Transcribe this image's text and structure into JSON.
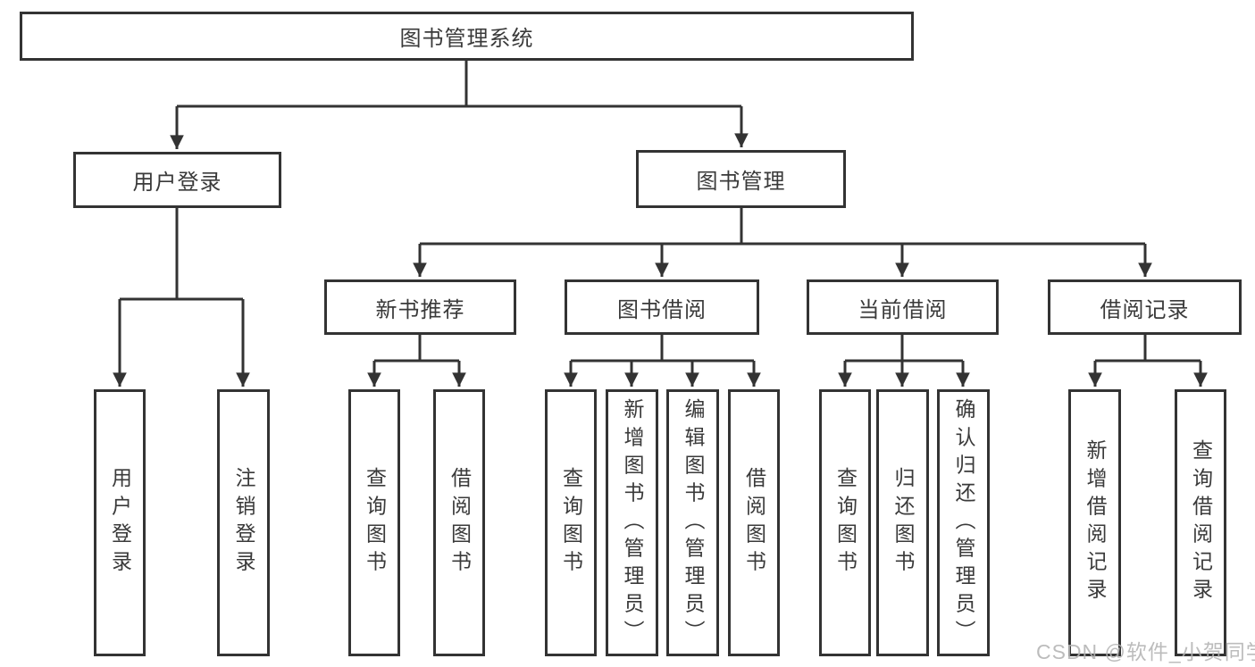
{
  "tree": {
    "root": {
      "label": "图书管理系统"
    },
    "children": [
      {
        "label": "用户登录",
        "children": [
          {
            "label": "用户登录"
          },
          {
            "label": "注销登录"
          }
        ]
      },
      {
        "label": "图书管理",
        "children": [
          {
            "label": "新书推荐",
            "children": [
              {
                "label": "查询图书"
              },
              {
                "label": "借阅图书"
              }
            ]
          },
          {
            "label": "图书借阅",
            "children": [
              {
                "label": "查询图书"
              },
              {
                "label": "新增图书（管理员）"
              },
              {
                "label": "编辑图书（管理员）"
              },
              {
                "label": "借阅图书"
              }
            ]
          },
          {
            "label": "当前借阅",
            "children": [
              {
                "label": "查询图书"
              },
              {
                "label": "归还图书"
              },
              {
                "label": "确认归还（管理员）"
              }
            ]
          },
          {
            "label": "借阅记录",
            "children": [
              {
                "label": "新增借阅记录"
              },
              {
                "label": "查询借阅记录"
              }
            ]
          }
        ]
      }
    ]
  },
  "watermark": {
    "text": "CSDN @软件_小贺同学"
  },
  "colors": {
    "line": "#333333",
    "text": "#3a3a3a",
    "watermark": "#b3b3b3",
    "background": "#ffffff"
  }
}
